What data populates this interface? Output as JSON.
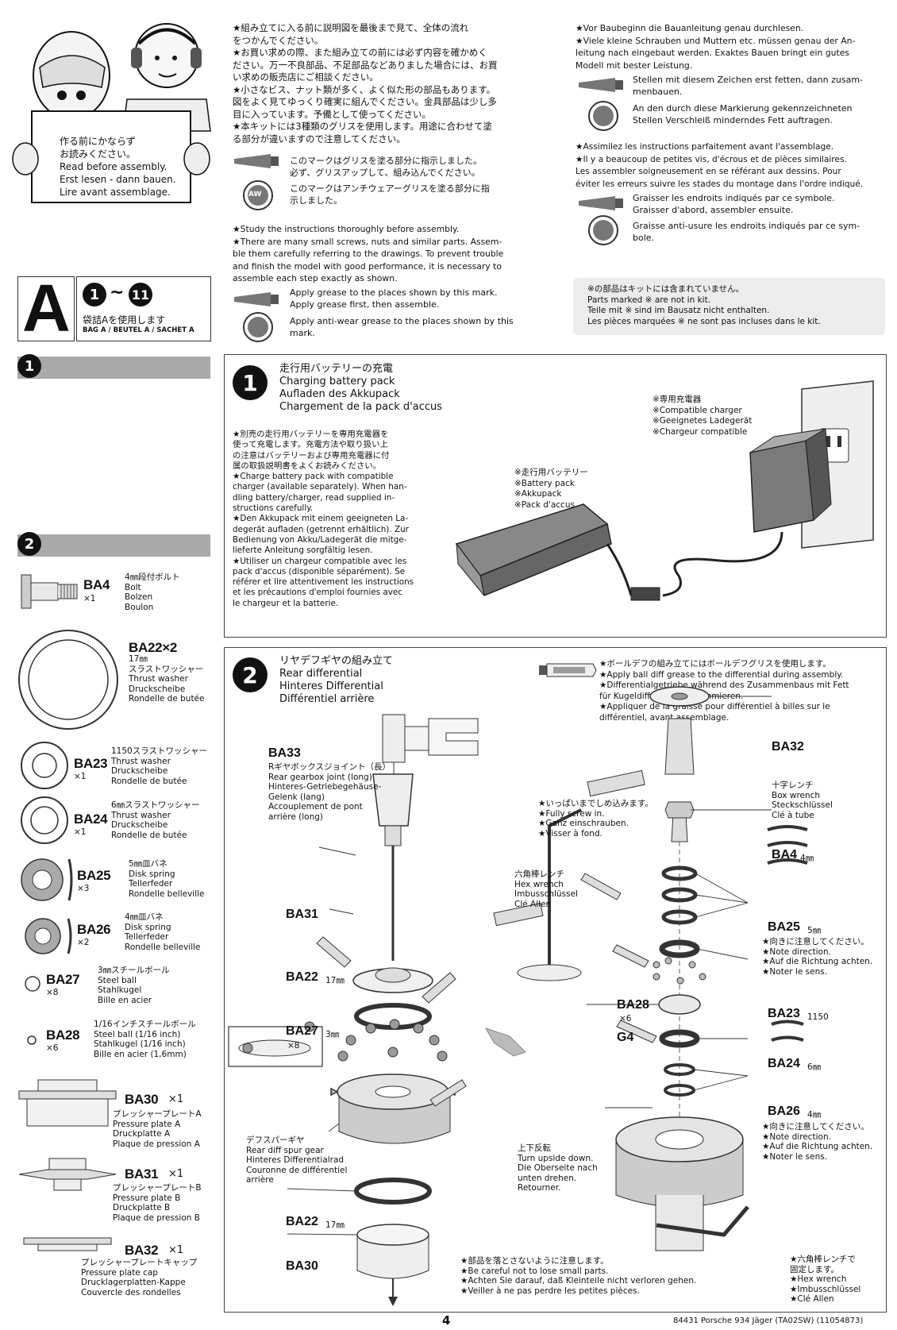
{
  "intro": {
    "sign_text": "作る前にかならず\nお読みください。\nRead before assembly.\nErst lesen - dann bauen.\nLire avant assemblage.",
    "jp_notes": "★組み立てに入る前に説明図を最後まで見て、全体の流れ\nをつかんでください。\n★お買い求めの際、また組み立ての前には必ず内容を確かめく\nださい。万一不良部品、不足部品などありました場合には、お買\nい求めの販売店にご相談ください。\n★小さなビス、ナット類が多く、よく似た形の部品もあります。\n図をよく見てゆっくり確実に組んでください。金具部品は少し多\n目に入っています。予備として使ってください。\n★本キットには3種類のグリスを使用します。用途に合わせて塗\nる部分が違いますので注意してください。",
    "jp_grease": "このマークはグリスを塗る部分に指示しました。\n必ず、グリスアップして、組み込んでください。",
    "jp_aw": "このマークはアンチウェアーグリスを塗る部分に指\n示しました。",
    "en_notes": "★Study the instructions thoroughly before assembly.\n★There are many small screws, nuts and similar parts. Assem-\nble them carefully referring to the drawings. To prevent trouble\nand finish the model with good performance, it is necessary to\nassemble each step exactly as shown.",
    "en_grease": "Apply grease to the places shown by this mark.\nApply grease first, then assemble.",
    "en_aw": "Apply anti-wear grease to the places shown by this\nmark.",
    "de_notes": "★Vor Baubeginn die Bauanleitung genau durchlesen.\n★Viele kleine Schrauben und Muttern etc. müssen genau der An-\nleitung nach eingebaut werden. Exaktes Bauen bringt ein gutes\nModell mit bester Leistung.",
    "de_grease": "Stellen mit diesem Zeichen erst fetten, dann zusam-\nmenbauen.",
    "de_aw": "An den durch diese Markierung gekennzeichneten\nStellen Verschleiß minderndes Fett auftragen.",
    "fr_notes": "★Assimilez les instructions parfaitement avant l'assemblage.\n★Il y a beaucoup de petites vis, d'écrous et de pièces similaires.\nLes assembler soigneusement en se référant aux dessins. Pour\néviter les erreurs suivre les stades du montage dans l'ordre indiqué.",
    "fr_grease": "Graisser les endroits indiqués par ce symbole.\nGraisser d'abord, assembler ensuite.",
    "fr_aw": "Graisse anti-usure les endroits indiqués par ce sym-\nbole.",
    "aw_mark": "AW",
    "not_included": "※の部品はキットには含まれていません。\nParts marked ※ are not in kit.\nTeile mit ※ sind im Bausatz nicht enthalten.\nLes pièces marquées ※ ne sont pas incluses dans le kit."
  },
  "bag": {
    "letter": "A",
    "range_start": "1",
    "range_tilde": "~",
    "range_end": "11",
    "jp": "袋詰Aを使用します",
    "label": "BAG A / BEUTEL A / SACHET A"
  },
  "parts_list": {
    "step1_num": "1",
    "step2_num": "2",
    "items": [
      {
        "code": "BA4",
        "qty": "×1",
        "name": "4㎜段付ボルト\nBolt\nBolzen\nBoulon"
      },
      {
        "code": "BA22×2",
        "qty": "",
        "name": "17㎜\nスラストワッシャー\nThrust washer\nDruckscheibe\nRondelle de butée"
      },
      {
        "code": "BA23",
        "qty": "×1",
        "name": "1150スラストワッシャー\nThrust washer\nDruckscheibe\nRondelle de butée"
      },
      {
        "code": "BA24",
        "qty": "×1",
        "name": "6㎜スラストワッシャー\nThrust washer\nDruckscheibe\nRondelle de butée"
      },
      {
        "code": "BA25",
        "qty": "×3",
        "name": "5㎜皿バネ\nDisk spring\nTellerfeder\nRondelle belleville"
      },
      {
        "code": "BA26",
        "qty": "×2",
        "name": "4㎜皿バネ\nDisk spring\nTellerfeder\nRondelle belleville"
      },
      {
        "code": "BA27",
        "qty": "×8",
        "name": "3㎜スチールボール\nSteel ball\nStahlkugel\nBille en acier"
      },
      {
        "code": "BA28",
        "qty": "×6",
        "name": "1/16インチスチールボール\nSteel ball (1/16 inch)\nStahlkugel (1/16 inch)\nBille en acier (1,6mm)"
      },
      {
        "code": "BA30",
        "qty": "×1",
        "name": "プレッシャープレートA\nPressure plate A\nDruckplatte A\nPlaque de pression A"
      },
      {
        "code": "BA31",
        "qty": "×1",
        "name": "プレッシャープレートB\nPressure plate B\nDruckplatte B\nPlaque de pression B"
      },
      {
        "code": "BA32",
        "qty": "×1",
        "name": "プレッシャープレートキャップ\nPressure plate cap\nDrucklagerplatten-Kappe\nCouvercle des rondelles"
      }
    ]
  },
  "step1": {
    "num": "1",
    "title": "走行用バッテリーの充電\nCharging battery pack\nAufladen des Akkupack\nChargement de la pack d'accus",
    "body": "★別売の走行用バッテリーを専用充電器を\n使って充電します。充電方法や取り扱い上\nの注意はバッテリーおよび専用充電器に付\n属の取扱説明書をよくお読みください。\n★Charge battery pack with compatible\ncharger (available separately). When han-\ndling battery/charger, read supplied in-\nstructions carefully.\n★Den Akkupack mit einem geeigneten La-\ndegerät aufladen (getrennt erhältlich). Zur\nBedienung von Akku/Ladegerät die mitge-\nlieferte Anleitung sorgfältig lesen.\n★Utiliser un chargeur compatible avec les\npack d'accus (disponible séparément). Se\nréférer et lire attentivement les instructions\net les précautions d'emploi fournies avec\nle chargeur et la batterie.",
    "charger": "※専用充電器\n※Compatible charger\n※Geeignetes Ladegerät\n※Chargeur compatible",
    "battery": "※走行用バッテリー\n※Battery pack\n※Akkupack\n※Pack d'accus"
  },
  "step2": {
    "num": "2",
    "title": "リヤデフギヤの組み立て\nRear differential\nHinteres Differential\nDifférentiel arrière",
    "ball_diff_note": "★ボールデフの組み立てにはボールデフグリスを使用します。\n★Apply ball diff grease to the differential during assembly.\n★Differentialgetriebe während des Zusammenbaus mit Fett\nfür Kugeldifferential einschmieren.\n★Appliquer de la graisse pour différentiel à billes sur le\ndifférentiel, avant assemblage.",
    "ba33": {
      "code": "BA33",
      "name": "Rギヤボックスジョイント（長）\nRear gearbox joint (long)\nHinteres-Getriebegehäuse-\nGelenk (lang)\nAccouplement de pont\narrière (long)"
    },
    "screw_note": "★いっぱいまでしめ込みます。\n★Fully screw in.\n★Ganz einschrauben.\n★Visser à fond.",
    "hex_label": "六角棒レンチ\nHex wrench\nImbusschlüssel\nClé Allen",
    "box_wrench": "十字レンチ\nBox wrench\nSteckschlüssel\nClé à tube",
    "spur_gear": "デフスパーギヤ\nRear diff spur gear\nHinteres Differentialrad\nCouronne de différentiel\narrière",
    "upside_down": "上下反転\nTurn upside down.\nDie Oberseite nach\nunten drehen.\nRetourner.",
    "direction_note": "★向きに注意してください。\n★Note direction.\n★Auf die Richtung achten.\n★Noter le sens.",
    "small_parts": "★部品を落とさないように注意します。\n★Be careful not to lose small parts.\n★Achten Sie darauf, daß Kleinteile nicht verloren gehen.\n★Veiller à ne pas perdre les petites pièces.",
    "hex_fix": "★六角棒レンチで\n固定します。\n★Hex wrench\n★Imbusschlüssel\n★Clé Allen",
    "labels": {
      "ba31": "BA31",
      "ba22a": "BA22",
      "ba22a_size": "17㎜",
      "ba27": "BA27",
      "ba27_size": "3㎜",
      "ba27_qty": "×8",
      "ba22b": "BA22",
      "ba22b_size": "17㎜",
      "ba30": "BA30",
      "ba32": "BA32",
      "ba4": "BA4",
      "ba4_size": "4㎜",
      "ba25": "BA25",
      "ba25_size": "5㎜",
      "ba28": "BA28",
      "ba28_qty": "×6",
      "g4": "G4",
      "ba23": "BA23",
      "ba23_size": "1150",
      "ba24": "BA24",
      "ba24_size": "6㎜",
      "ba26": "BA26",
      "ba26_size": "4㎜"
    }
  },
  "footer": {
    "page": "4",
    "model": "84431 Porsche 934 Jäger (TA02SW) (11054873)"
  }
}
